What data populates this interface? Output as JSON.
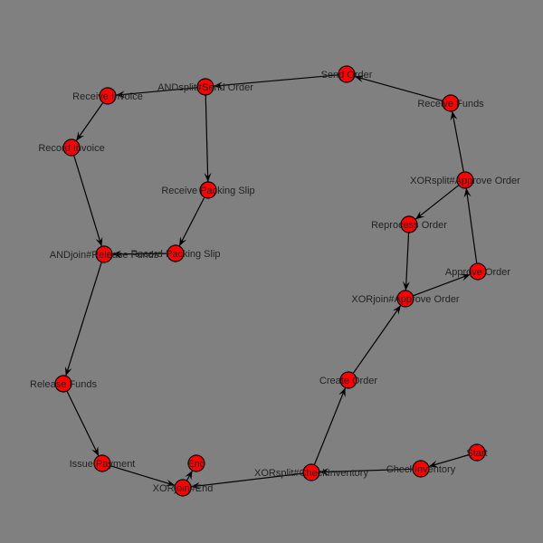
{
  "graph": {
    "nodes": [
      {
        "id": "start",
        "label": "Start"
      },
      {
        "id": "check_inventory",
        "label": "CheckInventory"
      },
      {
        "id": "xorsplit_check",
        "label": "XORsplit#CheckInventory"
      },
      {
        "id": "create_order",
        "label": "Create Order"
      },
      {
        "id": "xorjoin_approve",
        "label": "XORjoin#Approve Order"
      },
      {
        "id": "approve_order",
        "label": "Approve Order"
      },
      {
        "id": "xorsplit_approve",
        "label": "XORsplit#Approve Order"
      },
      {
        "id": "reprocess_order",
        "label": "Reprocess Order"
      },
      {
        "id": "receive_funds",
        "label": "Receive Funds"
      },
      {
        "id": "send_order",
        "label": "Send Order"
      },
      {
        "id": "andsplit_send",
        "label": "ANDsplit#Send Order"
      },
      {
        "id": "receive_invoice",
        "label": "Receive Invoice"
      },
      {
        "id": "record_invoice",
        "label": "Record Invoice"
      },
      {
        "id": "receive_packing",
        "label": "Receive Packing Slip"
      },
      {
        "id": "record_packing",
        "label": "Record Packing Slip"
      },
      {
        "id": "andjoin_release",
        "label": "ANDjoin#Release Funds"
      },
      {
        "id": "release_funds",
        "label": "Release Funds"
      },
      {
        "id": "issue_payment",
        "label": "Issue Payment"
      },
      {
        "id": "xorjoin_end",
        "label": "XORjoin#End"
      },
      {
        "id": "end",
        "label": "End"
      }
    ],
    "edges": [
      {
        "from": "start",
        "to": "check_inventory"
      },
      {
        "from": "check_inventory",
        "to": "xorsplit_check"
      },
      {
        "from": "xorsplit_check",
        "to": "create_order"
      },
      {
        "from": "xorsplit_check",
        "to": "xorjoin_end"
      },
      {
        "from": "create_order",
        "to": "xorjoin_approve"
      },
      {
        "from": "xorjoin_approve",
        "to": "approve_order"
      },
      {
        "from": "approve_order",
        "to": "xorsplit_approve"
      },
      {
        "from": "xorsplit_approve",
        "to": "reprocess_order"
      },
      {
        "from": "xorsplit_approve",
        "to": "receive_funds"
      },
      {
        "from": "reprocess_order",
        "to": "xorjoin_approve"
      },
      {
        "from": "receive_funds",
        "to": "send_order"
      },
      {
        "from": "send_order",
        "to": "andsplit_send"
      },
      {
        "from": "andsplit_send",
        "to": "receive_invoice"
      },
      {
        "from": "andsplit_send",
        "to": "receive_packing"
      },
      {
        "from": "receive_invoice",
        "to": "record_invoice"
      },
      {
        "from": "record_invoice",
        "to": "andjoin_release"
      },
      {
        "from": "receive_packing",
        "to": "record_packing"
      },
      {
        "from": "record_packing",
        "to": "andjoin_release"
      },
      {
        "from": "andjoin_release",
        "to": "release_funds"
      },
      {
        "from": "release_funds",
        "to": "issue_payment"
      },
      {
        "from": "issue_payment",
        "to": "xorjoin_end"
      },
      {
        "from": "xorjoin_end",
        "to": "end"
      }
    ]
  }
}
